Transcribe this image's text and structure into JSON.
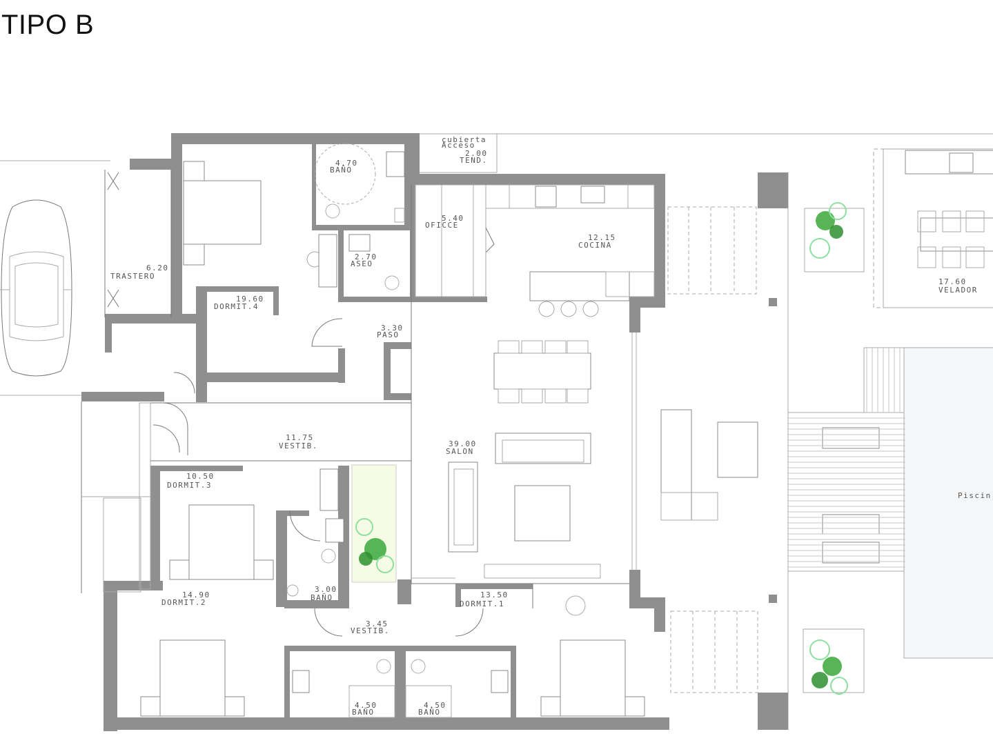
{
  "title": "TIPO B",
  "rooms": {
    "bano_top": {
      "area": "4.70",
      "name": "BAÑO"
    },
    "cubierta": {
      "line1": "cubierta",
      "line2": "Acceso"
    },
    "tend": {
      "area": "2.00",
      "name": "TEND."
    },
    "oficce": {
      "area": "5.40",
      "name": "OFICCE"
    },
    "cocina": {
      "area": "12.15",
      "name": "COCINA"
    },
    "aseo": {
      "area": "2.70",
      "name": "ASEO"
    },
    "trastero": {
      "area": "6.20",
      "name": "TRASTERO"
    },
    "dormit4": {
      "area": "19.60",
      "name": "DORMIT.4"
    },
    "paso": {
      "area": "3.30",
      "name": "PASO"
    },
    "vestib1": {
      "area": "11.75",
      "name": "VESTIB."
    },
    "salon": {
      "area": "39.00",
      "name": "SALON"
    },
    "dormit3": {
      "area": "10.50",
      "name": "DORMIT.3"
    },
    "bano_mid": {
      "area": "3.00",
      "name": "BAÑO"
    },
    "dormit2": {
      "area": "14.90",
      "name": "DORMIT.2"
    },
    "dormit1": {
      "area": "13.50",
      "name": "DORMIT.1"
    },
    "vestib2": {
      "area": "3.45",
      "name": "VESTIB."
    },
    "bano_b1": {
      "area": "4.50",
      "name": "BAÑO"
    },
    "bano_b2": {
      "area": "4.50",
      "name": "BAÑO"
    },
    "velador": {
      "area": "17.60",
      "name": "VELADOR"
    },
    "piscina": {
      "name": "Piscin"
    }
  },
  "colors": {
    "wall": "#8f8f8f",
    "line": "#777777",
    "plant": "#3aa83a",
    "plant_light": "#8fe0a0"
  }
}
